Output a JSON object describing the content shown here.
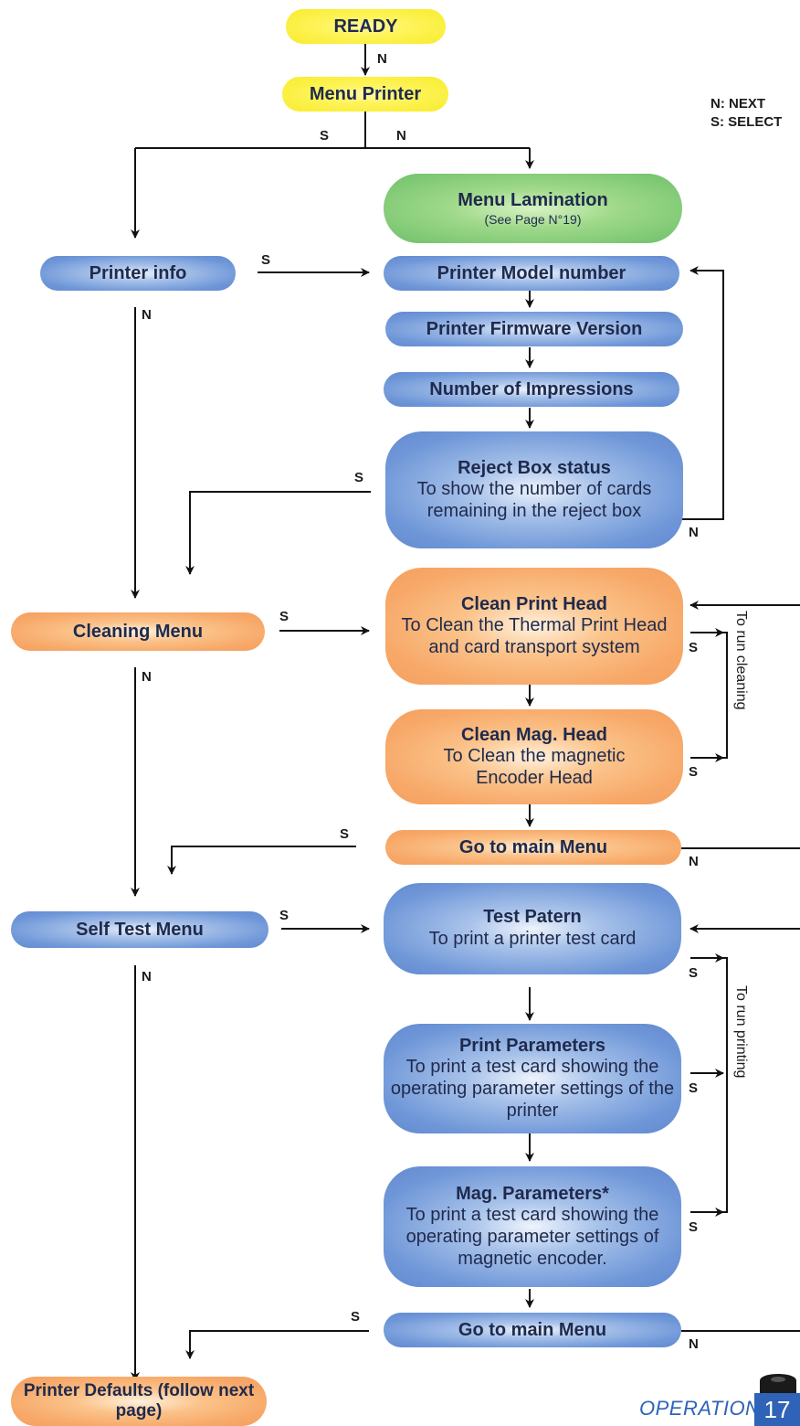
{
  "legend": {
    "next": "N: NEXT",
    "select": "S: SELECT"
  },
  "nodes": {
    "ready": "READY",
    "menu_printer": "Menu Printer",
    "menu_lamination": {
      "title": "Menu Lamination",
      "note": "(See Page N°19)"
    },
    "printer_info": "Printer info",
    "printer_model": "Printer Model number",
    "firmware": "Printer Firmware Version",
    "impressions": "Number of Impressions",
    "reject_box": {
      "title": "Reject Box status",
      "desc": "To show the number of cards remaining in the reject box"
    },
    "cleaning_menu": "Cleaning Menu",
    "clean_print_head": {
      "title": "Clean Print Head",
      "desc": "To Clean the Thermal Print Head and card transport system"
    },
    "clean_mag_head": {
      "title": "Clean Mag. Head",
      "desc": "To Clean the magnetic Encoder Head"
    },
    "goto_main_1": "Go to main Menu",
    "self_test_menu": "Self  Test Menu",
    "test_patern": {
      "title": "Test Patern",
      "desc": "To print  a printer test card"
    },
    "print_params": {
      "title": "Print Parameters",
      "desc": "To print a test card showing the operating parameter settings of the printer"
    },
    "mag_params": {
      "title": "Mag. Parameters*",
      "desc": "To print a test card showing the operating parameter settings of magnetic encoder."
    },
    "goto_main_2": "Go to main Menu",
    "printer_defaults": "Printer Defaults (follow next page)"
  },
  "labels": {
    "n": "N",
    "s": "S"
  },
  "side_labels": {
    "cleaning": "To run cleaning",
    "printing": "To run printing"
  },
  "footer": {
    "section": "OPERATION",
    "page": "17"
  },
  "colors": {
    "yellow": "#f7ec2b",
    "green": "#6fc06a",
    "blue": "#6189cf",
    "orange": "#f5a060",
    "accent": "#2f63b8"
  }
}
